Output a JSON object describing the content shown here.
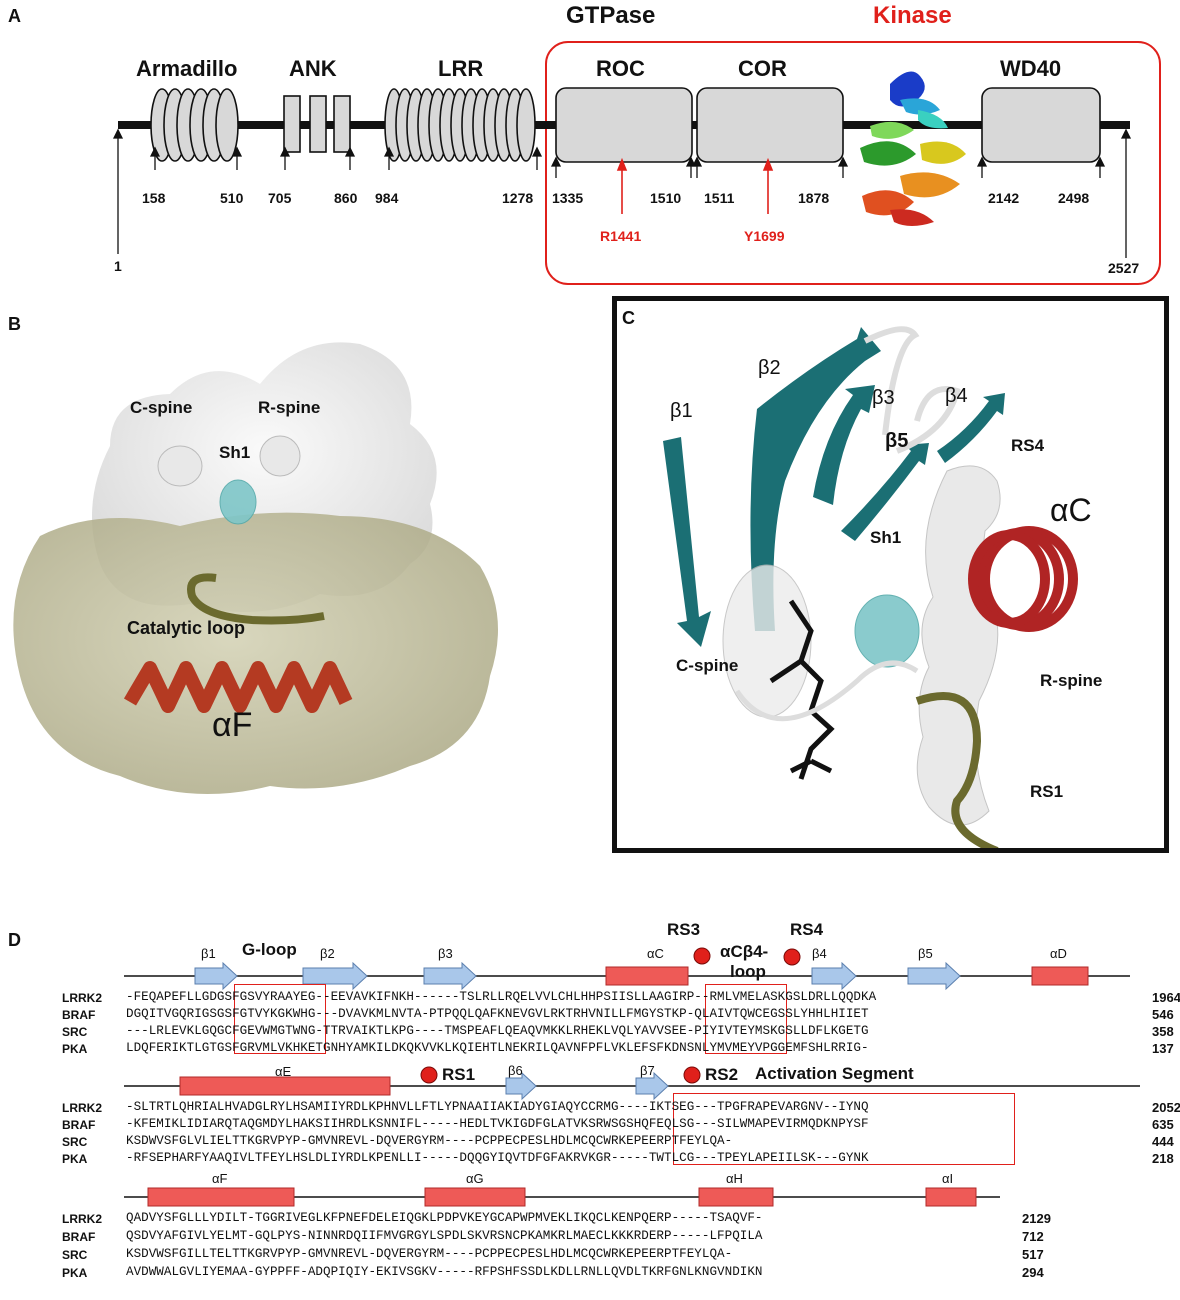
{
  "panels": {
    "a": "A",
    "b": "B",
    "c": "C",
    "d": "D"
  },
  "panelA": {
    "groups": {
      "gtpase": "GTPase",
      "kinase": "Kinase"
    },
    "domains": [
      "Armadillo",
      "ANK",
      "LRR",
      "ROC",
      "COR",
      "WD40"
    ],
    "positions": [
      "1",
      "158",
      "510",
      "705",
      "860",
      "984",
      "1278",
      "1335",
      "1510",
      "1511",
      "1878",
      "2142",
      "2498",
      "2527"
    ],
    "mutations": [
      "R1441",
      "Y1699"
    ]
  },
  "panelB": {
    "labels": {
      "cspine": "C-spine",
      "rspine": "R-spine",
      "sh1": "Sh1",
      "catloop": "Catalytic loop",
      "af": "αF"
    }
  },
  "panelC": {
    "labels": {
      "b1": "β1",
      "b2": "β2",
      "b3": "β3",
      "b4": "β4",
      "b5": "β5",
      "rs4": "RS4",
      "ac": "αC",
      "sh1": "Sh1",
      "cspine": "C-spine",
      "rspine": "R-spine",
      "rs1": "RS1"
    }
  },
  "panelD": {
    "block1": {
      "ss": {
        "b1": "β1",
        "gloop": "G-loop",
        "b2": "β2",
        "b3": "β3",
        "ac": "αC",
        "rs3": "RS3",
        "acb4": "αCβ4-",
        "loop": "loop",
        "rs4": "RS4",
        "b4": "β4",
        "b5": "β5",
        "ad": "αD"
      },
      "rows": [
        {
          "name": "LRRK2",
          "seq": "-FEQAPEFLLGDGSFGSVYRAAYEG--EEVAVKIFNKH------TSLRLLRQELVVLCHLHHPSIISLLAAGIRP--RMLVMELASKGSLDRLLQQDKA",
          "end": "1964"
        },
        {
          "name": "BRAF",
          "seq": "DGQITVGQRIGSGSFGTVYKGKWHG---DVAVKMLNVTA-PTPQQLQAFKNEVGVLRKTRHVNILLFMGYSTKP-QLAIVTQWCEGSSLYHHLHIIET",
          "end": "546"
        },
        {
          "name": "SRC",
          "seq": "---LRLEVKLGQGCFGEVWMGTWNG-TTRVAIKTLKPG----TMSPEAFLQEAQVMKKLRHEKLVQLYAVVSEE-PIYIVTEYMSKGSLLDFLKGETG",
          "end": "358"
        },
        {
          "name": "PKA",
          "seq": "LDQFERIKTLGTGSFGRVMLVKHKETGNHYAMKILDKQKVVKLKQIEHTLNEKRILQAVNFPFLVKLEFSFKDNSNLYMVMEYVPGGEMFSHLRRIG-",
          "end": "137"
        }
      ]
    },
    "block2": {
      "ss": {
        "ae": "αE",
        "rs1": "RS1",
        "b6": "β6",
        "b7": "β7",
        "rs2": "RS2",
        "act": "Activation Segment"
      },
      "rows": [
        {
          "name": "LRRK2",
          "seq": "-SLTRTLQHRIALHVADGLRYLHSAMIIYRDLKPHNVLLFTLYPNAAIIAKIADYGIAQYCCRMG----IKTSEG---TPGFRAPEVARGNV--IYNQ",
          "end": "2052"
        },
        {
          "name": "BRAF",
          "seq": "-KFEMIKLIDIARQTAQGMDYLHAKSIIHRDLKSNNIFL-----HEDLTVKIGDFGLATVKSRWSGSHQFEQLSG---SILWMAPEVIRMQDKNPYSF",
          "end": "635"
        },
        {
          "name": "SRC",
          "seq": "KSDWVSFGLVLIELTTKGRVPYP-GMVNREVL-DQVERGYRM----PCPPECPESLHDLMCQCWRKEPEERPTFEYLQA-",
          "end": "444"
        },
        {
          "name": "PKA",
          "seq": "-RFSEPHARFYAAQIVLTFEYLHSLDLIYRDLKPENLLI-----DQQGYIQVTDFGFAKRVKGR-----TWTLCG---TPEYLAPEIILSK---GYNK",
          "end": "218"
        }
      ]
    },
    "block3": {
      "ss": {
        "af": "αF",
        "ag": "αG",
        "ah": "αH",
        "ai": "αI"
      },
      "rows": [
        {
          "name": "LRRK2",
          "seq": "QADVYSFGLLLYDILT-TGGRIVEGLKFPNEFDELEIQGKLPDPVKEYGCAPWPMVEKLIKQCLKENPQERP-----TSAQVF-",
          "end": "2129"
        },
        {
          "name": "BRAF",
          "seq": "QSDVYAFGIVLYELMT-GQLPYS-NINNRDQIIFMVGRGYLSPDLSKVRSNCPKAMKRLMAECLKKKRDERP-----LFPQILA",
          "end": "712"
        },
        {
          "name": "SRC",
          "seq": "KSDVWSFGILLTELTTKGRVPYP-GMVNREVL-DQVERGYRM----PCPPECPESLHDLMCQCWRKEPEERPTFEYLQA-",
          "end": "517"
        },
        {
          "name": "PKA",
          "seq": "AVDWWALGVLIYEMAA-GYPPFF-ADQPIQIY-EKIVSGKV-----RFPSHFSSDLKDLLRNLLQVDLTKRFGNLKNGVNDIKN",
          "end": "294"
        }
      ]
    }
  }
}
